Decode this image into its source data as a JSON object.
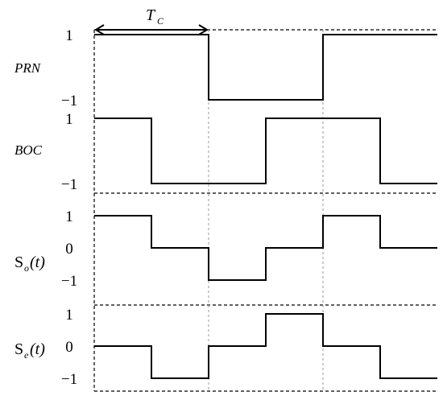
{
  "diagram": {
    "tc_label": {
      "main": "T",
      "sub": "C"
    },
    "signals": [
      {
        "id": "prn",
        "label": "PRN",
        "label_sub": "",
        "label_tail": "",
        "ticks": [
          {
            "text": "1",
            "value": 1
          },
          {
            "text": "−1",
            "value": -1
          }
        ],
        "waveform": [
          1,
          1,
          -1,
          -1,
          1,
          1
        ]
      },
      {
        "id": "boc",
        "label": "BOC",
        "label_sub": "",
        "label_tail": "",
        "ticks": [
          {
            "text": "1",
            "value": 1
          },
          {
            "text": "−1",
            "value": -1
          }
        ],
        "waveform": [
          1,
          -1,
          -1,
          1,
          1,
          -1
        ]
      },
      {
        "id": "so",
        "label": "S",
        "label_sub": "o",
        "label_tail": "(t)",
        "ticks": [
          {
            "text": "1",
            "value": 1
          },
          {
            "text": "0",
            "value": 0
          },
          {
            "text": "−1",
            "value": -1
          }
        ],
        "waveform": [
          1,
          0,
          -1,
          0,
          1,
          0
        ]
      },
      {
        "id": "se",
        "label": "S",
        "label_sub": "e",
        "label_tail": "(t)",
        "ticks": [
          {
            "text": "1",
            "value": 1
          },
          {
            "text": "0",
            "value": 0
          },
          {
            "text": "−1",
            "value": -1
          }
        ],
        "waveform": [
          0,
          -1,
          0,
          1,
          0,
          -1
        ]
      }
    ]
  }
}
